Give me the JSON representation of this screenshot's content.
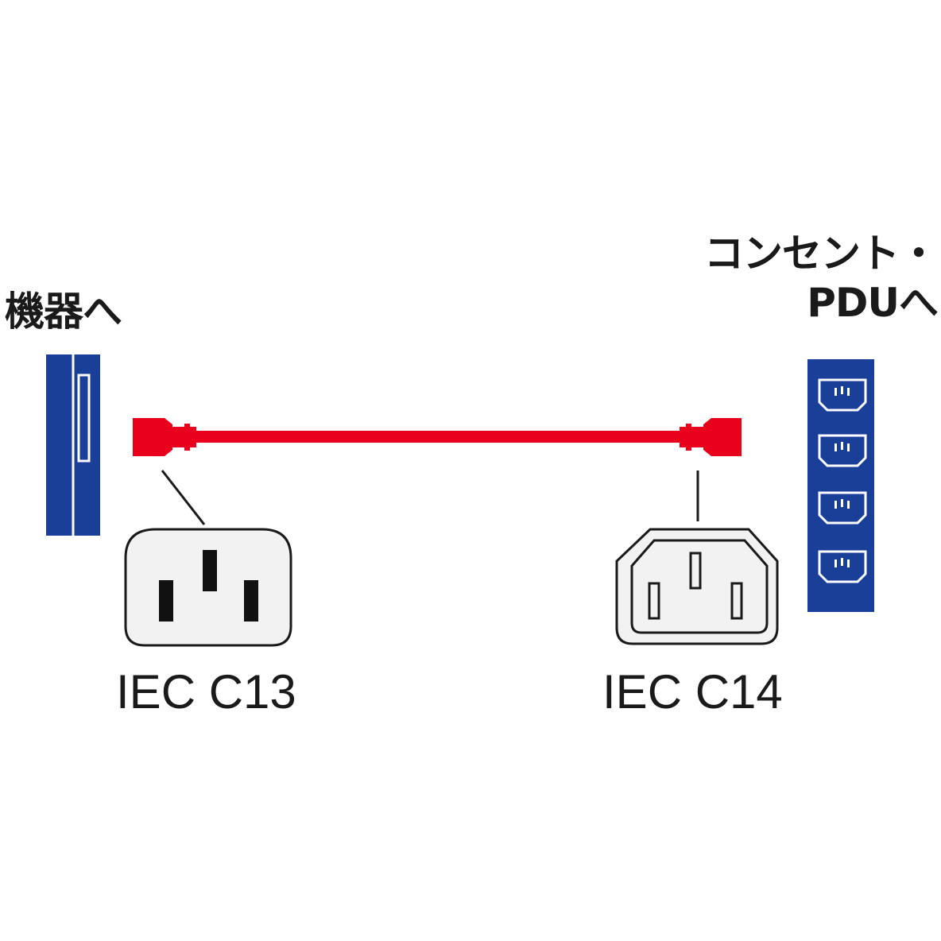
{
  "labels": {
    "device": "機器へ",
    "outlet_line1": "コンセント・",
    "outlet_line2": "PDUへ",
    "c13": "IEC C13",
    "c14": "IEC C14"
  },
  "colors": {
    "cable": "#e8001c",
    "device_blue": "#1a3f99",
    "connector_face": "#f2f2f2",
    "outline": "#1a1a1a"
  },
  "icons": {
    "device": "device-panel-icon",
    "pdu": "pdu-strip-icon",
    "c13": "iec-c13-connector-icon",
    "c14": "iec-c14-inlet-icon"
  }
}
